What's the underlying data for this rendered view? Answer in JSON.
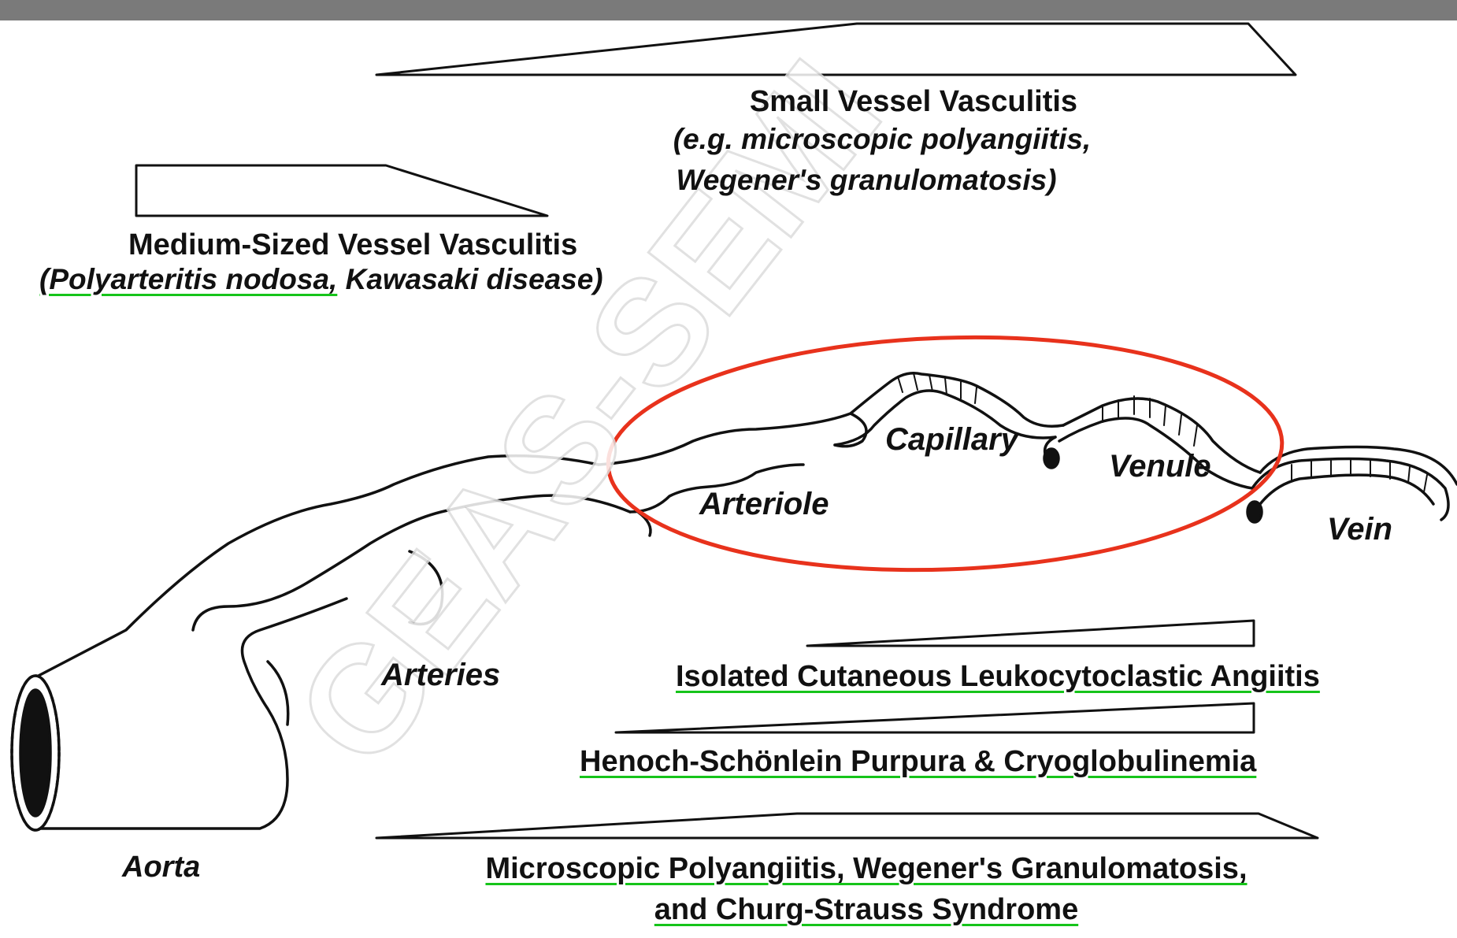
{
  "small_vessel": {
    "title": "Small Vessel Vasculitis",
    "examples_line1": "(e.g. microscopic polyangiitis,",
    "examples_line2": "Wegener's granulomatosis)"
  },
  "medium_vessel": {
    "title": "Medium-Sized Vessel Vasculitis",
    "ex_open": "(Polyarteritis nodosa,",
    "ex_rest": " Kawasaki disease)"
  },
  "vessels": {
    "capillary": "Capillary",
    "venule": "Venule",
    "arteriole": "Arteriole",
    "vein": "Vein",
    "arteries": "Arteries",
    "aorta": "Aorta"
  },
  "diseases": {
    "isolated": "Isolated Cutaneous Leukocytoclastic Angiitis",
    "henoch": "Henoch-Schönlein Purpura & Cryoglobulinemia",
    "mpa_line1": "Microscopic Polyangiitis, Wegener's Granulomatosis,",
    "mpa_line2": "and Churg-Strauss Syndrome"
  },
  "watermark": "GEAS-SEMI",
  "colors": {
    "highlight_ellipse": "#e8321c",
    "underline": "#16c41a",
    "top_bar": "#7a7a7a"
  }
}
